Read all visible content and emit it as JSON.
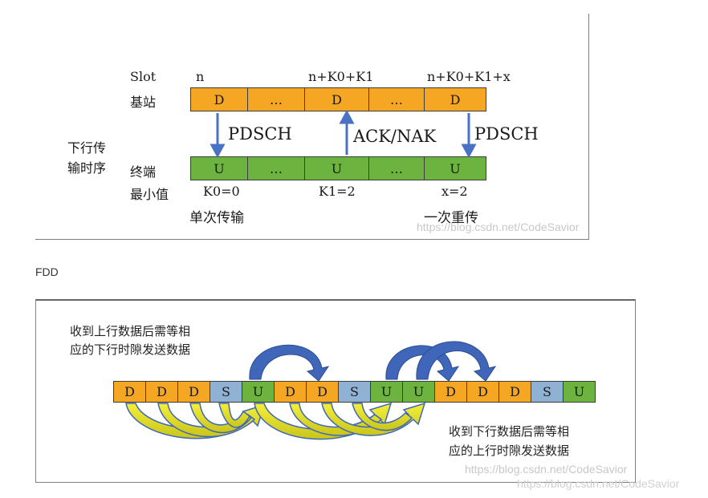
{
  "top": {
    "row_labels": {
      "slot": "Slot",
      "base_station": "基站",
      "terminal": "终端",
      "min_value": "最小值"
    },
    "side_label_lines": [
      "下行传",
      "输时序"
    ],
    "slot_values": [
      "n",
      "n+K0+K1",
      "n+K0+K1+x"
    ],
    "base_cells": [
      "D",
      "…",
      "D",
      "…",
      "D"
    ],
    "terminal_cells": [
      "U",
      "…",
      "U",
      "…",
      "U"
    ],
    "arrow_labels": [
      "PDSCH",
      "ACK/NAK",
      "PDSCH"
    ],
    "min_values": [
      "K0=0",
      "K1=2",
      "x=2"
    ],
    "notes": [
      "单次传输",
      "一次重传"
    ],
    "watermark": "https://blog.csdn.net/CodeSavior"
  },
  "fdd_label": "FDD",
  "bottom": {
    "cells": [
      "D",
      "D",
      "D",
      "S",
      "U",
      "D",
      "D",
      "S",
      "U",
      "U",
      "D",
      "D",
      "D",
      "S",
      "U"
    ],
    "text_top_lines": [
      "收到上行数据后需等相",
      "应的下行时隙发送数据"
    ],
    "text_bottom_lines": [
      "收到下行数据后需等相",
      "应的上行时隙发送数据"
    ],
    "watermark": "https://blog.csdn.net/CodeSavior"
  },
  "page_watermark": "https://blog.csdn.net/CodeSavior",
  "colors": {
    "downlink": "#f5a623",
    "uplink": "#6cb33f",
    "special": "#8fb1d4",
    "arrow_blue": "#4a72c4",
    "arrow_yellow": "#e8e020"
  }
}
